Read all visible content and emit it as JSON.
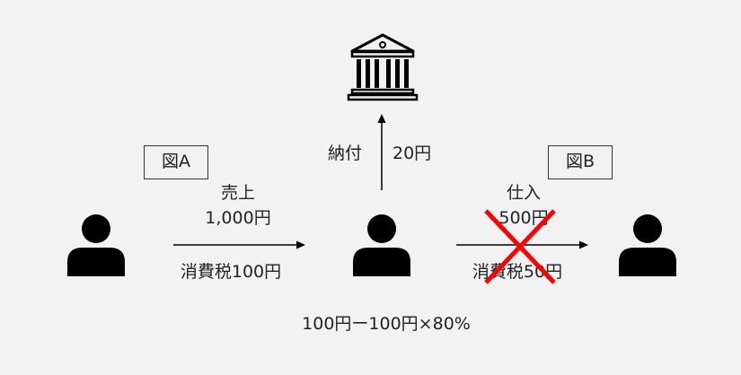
{
  "labels": {
    "figure_a": "図A",
    "figure_b": "図B",
    "sales_line1": "売上",
    "sales_line2": "1,000円",
    "sales_tax": "消費税100円",
    "payment_label": "納付",
    "payment_amount": "20円",
    "purchase_line1": "仕入",
    "purchase_line2": "500円",
    "purchase_tax": "消費税50円",
    "formula": "100円ー100円×80%"
  },
  "icons": {
    "government": "bank-building-icon",
    "person_left": "person-icon",
    "person_center": "person-icon",
    "person_right": "person-icon",
    "cancel_mark": "red-cross-icon"
  },
  "colors": {
    "background": "#f2f2f2",
    "ink": "#000000",
    "cross": "#ff0000"
  }
}
